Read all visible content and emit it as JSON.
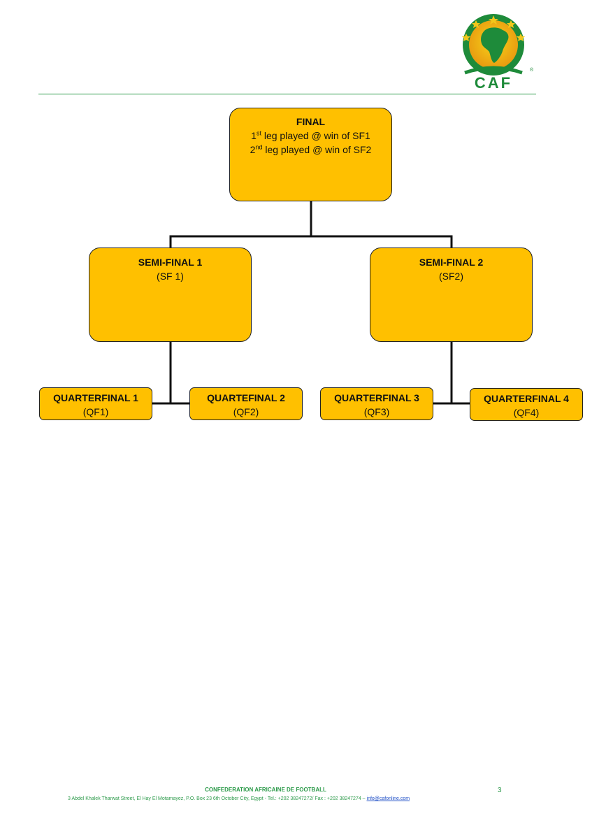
{
  "header": {
    "logo_text": "CAF",
    "logo_mark": "®"
  },
  "bracket": {
    "final": {
      "title": "FINAL",
      "leg1_num": "1",
      "leg1_sup": "st",
      "leg1_text": " leg played @ win of SF1",
      "leg2_num": "2",
      "leg2_sup": "nd",
      "leg2_text": " leg played @ win of SF2"
    },
    "semi_finals": [
      {
        "title": "SEMI-FINAL 1",
        "code": "(SF 1)"
      },
      {
        "title": "SEMI-FINAL 2",
        "code": "(SF2)"
      }
    ],
    "quarter_finals": [
      {
        "title": "QUARTERFINAL 1",
        "code": "(QF1)"
      },
      {
        "title": "QUARTEFINAL 2",
        "code": "(QF2)"
      },
      {
        "title": "QUARTERFINAL 3",
        "code": "(QF3)"
      },
      {
        "title": "QUARTERFINAL 4",
        "code": "(QF4)"
      }
    ]
  },
  "footer": {
    "org_name": "CONFEDERATION AFRICAINE DE FOOTBALL",
    "address": "3 Abdel Khalek Tharwat Street, El Hay El Motamayez, P.O. Box 23 6th October City, Egypt - Tel.: +202 38247272/ Fax : +202 38247274 – ",
    "email": "info@cafonline.com",
    "page_number": "3"
  },
  "colors": {
    "box_fill": "#ffc000",
    "accent_green": "#2c9a4a",
    "link_blue": "#1f4fc7"
  }
}
